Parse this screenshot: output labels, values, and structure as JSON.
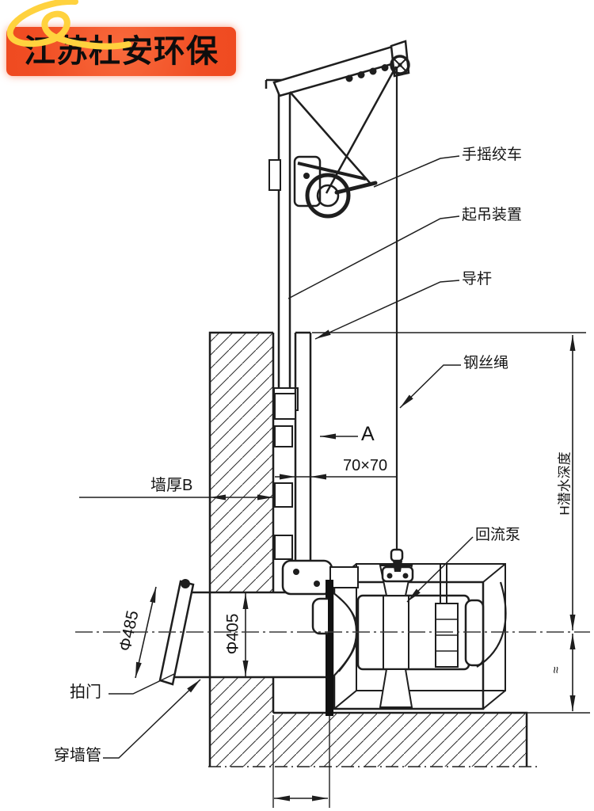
{
  "banner": {
    "company_name": "江苏杜安环保"
  },
  "labels": {
    "hand_winch": "手摇绞车",
    "lifting_device": "起吊装置",
    "guide_rod": "导杆",
    "wire_rope": "钢丝绳",
    "return_pump": "回流泵",
    "wall_thickness": "墙厚B",
    "flap_valve": "拍门",
    "wall_pipe": "穿墙管"
  },
  "dimensions": {
    "section_mark": "A",
    "rail_section": "70×70",
    "pipe_diameter": "Φ405",
    "flap_diameter": "Φ485",
    "water_depth": "H潜水深度",
    "approx_mark": "≈"
  },
  "colors": {
    "line": "#1e1e1e",
    "banner_background": "#f04e24",
    "banner_text": "#0d0d0d",
    "logo_yellow": "#ffd23e",
    "paper": "#ffffff"
  },
  "icons": {
    "logo_swirl": "yellow-swirl-logo"
  }
}
